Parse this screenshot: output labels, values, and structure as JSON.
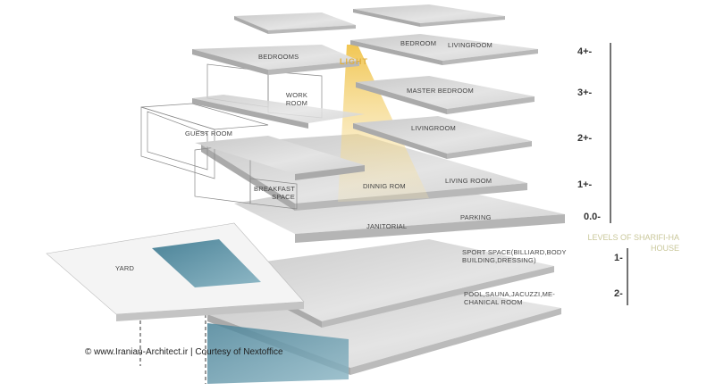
{
  "rooms": {
    "bedrooms": "BEDROOMS",
    "bedroom": "BEDROOM",
    "livingroom_top": "LIVINGROOM",
    "light": "LIGHT",
    "work_room": "WORK ROOM",
    "master_bedroom": "MASTER BEDROOM",
    "guest_room": "GUEST ROOM",
    "livingroom": "LIVINGROOM",
    "breakfast_space": "BREAKFAST SPACE",
    "dinning_room": "DINNIG ROM",
    "living_room": "LIVING ROOM",
    "janitorial": "JANITORIAL",
    "parking": "PARKING",
    "yard": "YARD",
    "sport_space": "SPORT SPACE(BILLIARD,BODY BUILDING,DRESSING)",
    "pool": "POOL,SAUNA,JACUZZI,ME-CHANICAL ROOM"
  },
  "levels": [
    "4+-",
    "3+-",
    "2+-",
    "1+-",
    "0.0-",
    "1-",
    "2-"
  ],
  "levels_title": "LEVELS OF SHARIFI-HA HOUSE",
  "credit": "© www.Iranian-Architect.ir | Courtesy of Nextoffice",
  "colors": {
    "slab": "#d9d9d9",
    "edge": "#a9a9a9",
    "light": "#f3d37a",
    "water": "#5e93a6",
    "title": "#c9c79a"
  }
}
